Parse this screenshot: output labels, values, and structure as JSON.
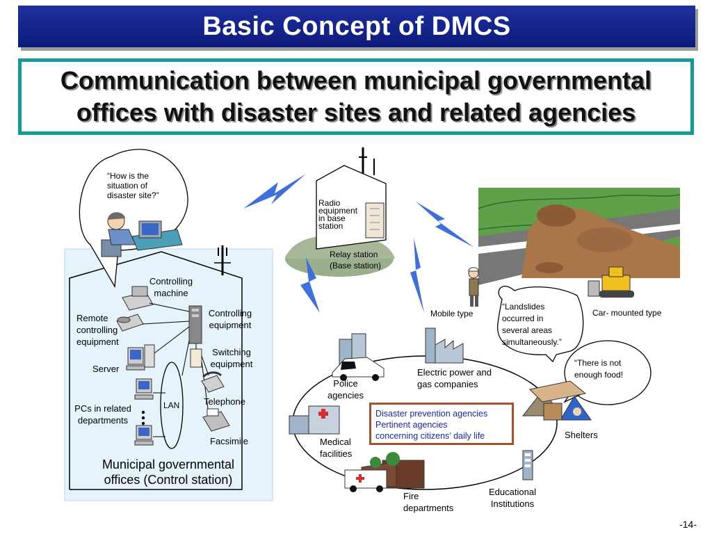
{
  "header": {
    "title": "Basic Concept of DMCS",
    "subtitle_line1": "Communication between municipal governmental",
    "subtitle_line2": "offices with disaster sites and related agencies"
  },
  "control_station": {
    "name_line1": "Municipal governmental",
    "name_line2": "offices (Control station)",
    "speech_bubble": [
      "“How is the",
      "situation of",
      "disaster site?”"
    ],
    "controlling_machine": [
      "Controlling",
      "machine"
    ],
    "remote_controlling": [
      "Remote",
      "controlling",
      "equipment"
    ],
    "controlling_equipment": [
      "Controlling",
      "equipment"
    ],
    "switching_equipment": [
      "Switching",
      "equipment"
    ],
    "server": "Server",
    "lan": "LAN",
    "pcs": [
      "PCs in related",
      "departments"
    ],
    "telephone": "Telephone",
    "facsimile": "Facsimile"
  },
  "relay": {
    "radio_equipment": [
      "Radio",
      "equipment",
      "in base",
      "station"
    ],
    "relay_station": [
      "Relay station",
      "(Base station)"
    ]
  },
  "disaster_site": {
    "mobile_type": "Mobile type",
    "car_mounted_type": "Car- mounted type",
    "landslides_quote": [
      "“Landslides",
      "occurred in",
      "several areas",
      "simultaneously.”"
    ],
    "food_quote": [
      "“There is not",
      "enough food!"
    ]
  },
  "agencies": {
    "police": [
      "Police",
      "agencies"
    ],
    "electric": [
      "Electric power and",
      "gas companies"
    ],
    "center_box": [
      "Disaster prevention agencies",
      "Pertinent agencies",
      "concerning citizens’ daily life"
    ],
    "shelters": "Shelters",
    "medical": [
      "Medical",
      "facilities"
    ],
    "educational": [
      "Educational",
      "Institutions"
    ],
    "fire": [
      "Fire",
      "departments"
    ]
  },
  "page_number": "-14-",
  "colors": {
    "title_bar": "#1f2f9e",
    "subtitle_border": "#169a94",
    "control_station_fill": "#e6f3fb",
    "agency_box_border": "#a0522d",
    "agency_box_text": "#1b2aa8",
    "lightning": "#3f6fd8"
  }
}
